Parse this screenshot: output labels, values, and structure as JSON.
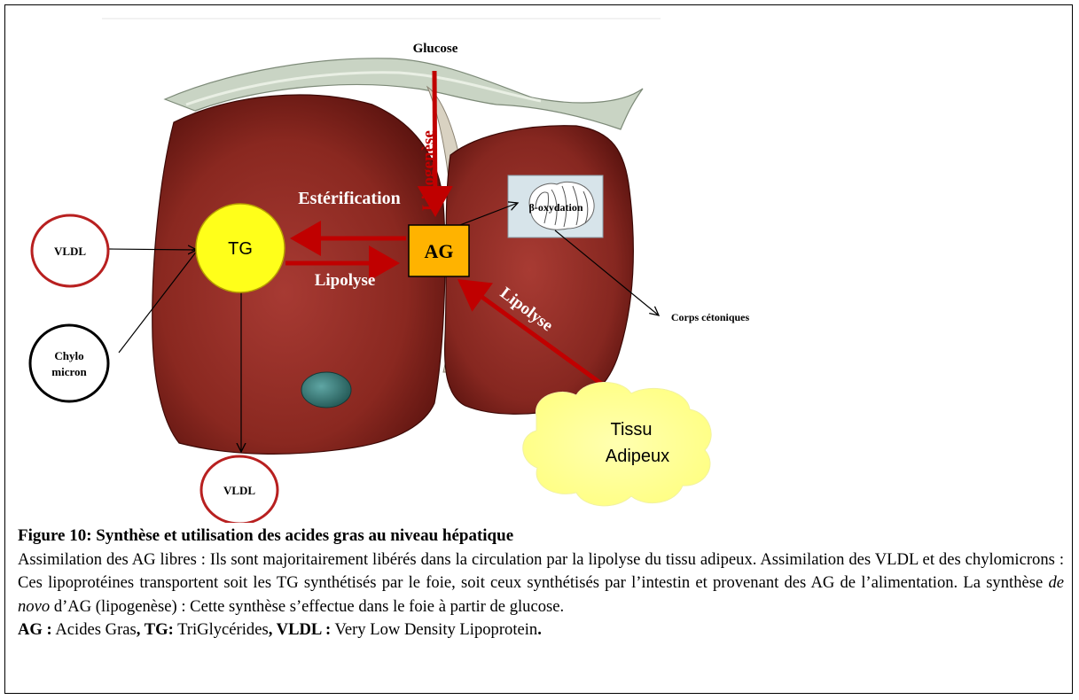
{
  "diagram": {
    "glucose": "Glucose",
    "lipogenese": "Lipogenèse",
    "esterification": "Estérification",
    "lipolyse_center": "Lipolyse",
    "lipolyse_diag": "Lipolyse",
    "tg": "TG",
    "ag": "AG",
    "beta_oxydation": "β-oxydation",
    "corps_cetoniques": "Corps cétoniques",
    "vldl_left": "VLDL",
    "vldl_bottom": "VLDL",
    "chylo_line1": "Chylo",
    "chylo_line2": "micron",
    "tissu_line1": "Tissu",
    "tissu_line2": "Adipeux",
    "colors": {
      "liver": "#7a1e18",
      "arrow_red": "#c00000",
      "tg_fill": "#ffff1a",
      "ag_fill": "#ffb300",
      "cloud_fill": "#ffff99",
      "vldl_circle": "#b82020"
    }
  },
  "caption": {
    "title": "Figure 10: Synthèse et utilisation des acides gras au niveau hépatique",
    "para1": "Assimilation des AG libres : Ils sont majoritairement libérés dans la circulation par la lipolyse du tissu adipeux. Assimilation des VLDL et des chylomicrons : Ces lipoprotéines transportent soit les TG synthétisés par le foie, soit ceux synthétisés par l’intestin et provenant des AG de l’alimentation. La synthèse",
    "para1_italic": "de novo",
    "para1_end": "d’AG (lipogenèse) : Cette synthèse s’effectue dans le foie à partir de glucose.",
    "abbr_ag_key": "AG :",
    "abbr_ag_val": "Acides Gras",
    "abbr_tg_key": ", TG:",
    "abbr_tg_val": "TriGlycérides",
    "abbr_vldl_key": ", VLDL :",
    "abbr_vldl_val": "Very Low Density Lipoprotein",
    "abbr_end": "."
  }
}
